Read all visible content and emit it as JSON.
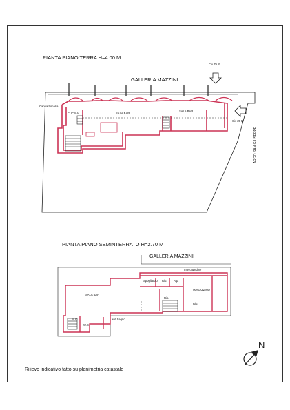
{
  "ground_floor": {
    "title": "PIANTA PIANO TERRA  H=4.00 M",
    "street_top": "GALLERIA  MAZZINI",
    "street_side": "LARGO SAN GIUSEPPE",
    "civic_top": "Civ 79 R",
    "civic_side": "Civ 25 R",
    "labels": {
      "canna_fumaria": "Canna fumaria",
      "cucina": "CUCINA",
      "sala_bar_1": "SALA BAR",
      "sala_bar_2": "SALA BAR"
    }
  },
  "basement": {
    "title": "PIANTA PIANO SEMINTERRATO H=2.70 M",
    "street_top": "GALLERIA  MAZZINI",
    "labels": {
      "intercapedine": "Intercapedine",
      "spogliatoio": "Spogliatoio",
      "rip_1": "Rip.",
      "rip_2": "Rip.",
      "magazzino": "MAGAZZINO",
      "rip_3": "Rip.",
      "sala_bar": "SALA BAR",
      "rip_4": "Rip.",
      "wc_1": "W.C",
      "wc_2": "W.C",
      "anti_bagno": "anti bagno"
    }
  },
  "north": "N",
  "footer_note": "Rilievo indicativo fatto su planimetria catastale",
  "colors": {
    "walls": "#cc3355",
    "outline": "#222222"
  }
}
